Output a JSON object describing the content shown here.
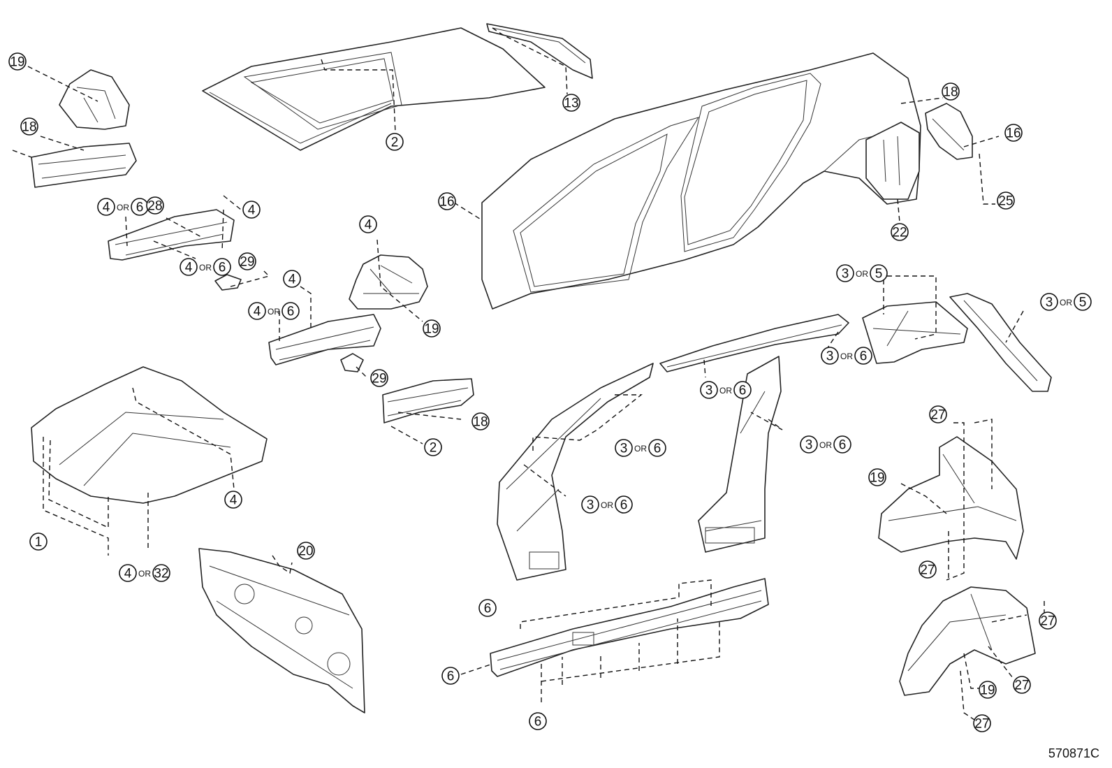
{
  "figure_code": "570871C",
  "callouts": [
    {
      "id": "c19a",
      "a": "19"
    },
    {
      "id": "c18a",
      "a": "18"
    },
    {
      "id": "c4o6a",
      "a": "4",
      "b": "6"
    },
    {
      "id": "c28",
      "a": "28"
    },
    {
      "id": "c4a",
      "a": "4"
    },
    {
      "id": "c4o6b",
      "a": "4",
      "b": "6"
    },
    {
      "id": "c29a",
      "a": "29"
    },
    {
      "id": "c4b",
      "a": "4"
    },
    {
      "id": "c4o6c",
      "a": "4",
      "b": "6"
    },
    {
      "id": "c4c",
      "a": "4"
    },
    {
      "id": "c19b",
      "a": "19"
    },
    {
      "id": "c29b",
      "a": "29"
    },
    {
      "id": "c18b",
      "a": "18"
    },
    {
      "id": "c2a",
      "a": "2"
    },
    {
      "id": "c2b",
      "a": "2"
    },
    {
      "id": "c13",
      "a": "13"
    },
    {
      "id": "c4d",
      "a": "4"
    },
    {
      "id": "c1",
      "a": "1"
    },
    {
      "id": "c4o32",
      "a": "4",
      "b": "32"
    },
    {
      "id": "c20",
      "a": "20"
    },
    {
      "id": "c16a",
      "a": "16"
    },
    {
      "id": "c18c",
      "a": "18"
    },
    {
      "id": "c16b",
      "a": "16"
    },
    {
      "id": "c25",
      "a": "25"
    },
    {
      "id": "c22",
      "a": "22"
    },
    {
      "id": "c3o5a",
      "a": "3",
      "b": "5"
    },
    {
      "id": "c3o5b",
      "a": "3",
      "b": "5"
    },
    {
      "id": "c3o6a",
      "a": "3",
      "b": "6"
    },
    {
      "id": "c3o6b",
      "a": "3",
      "b": "6"
    },
    {
      "id": "c3o6c",
      "a": "3",
      "b": "6"
    },
    {
      "id": "c3o6d",
      "a": "3",
      "b": "6"
    },
    {
      "id": "c3o6e",
      "a": "3",
      "b": "6"
    },
    {
      "id": "c6a",
      "a": "6"
    },
    {
      "id": "c6b",
      "a": "6"
    },
    {
      "id": "c6c",
      "a": "6"
    },
    {
      "id": "c27a",
      "a": "27"
    },
    {
      "id": "c19c",
      "a": "19"
    },
    {
      "id": "c27b",
      "a": "27"
    },
    {
      "id": "c27c",
      "a": "27"
    },
    {
      "id": "c27d",
      "a": "27"
    },
    {
      "id": "c19d",
      "a": "19"
    },
    {
      "id": "c27e",
      "a": "27"
    }
  ]
}
